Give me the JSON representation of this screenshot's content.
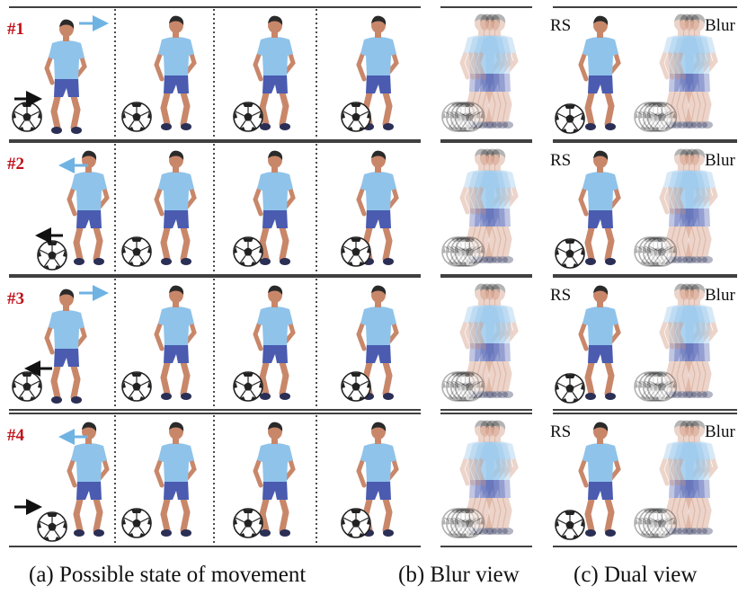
{
  "rows": [
    {
      "label": "#1",
      "arrow_boy": "right",
      "arrow_ball": "right",
      "boy_pos": [
        "low",
        "high",
        "high",
        "high"
      ]
    },
    {
      "label": "#2",
      "arrow_boy": "left",
      "arrow_ball": "left",
      "boy_pos": [
        "high",
        "high",
        "high",
        "high"
      ]
    },
    {
      "label": "#3",
      "arrow_boy": "right",
      "arrow_ball": "left",
      "boy_pos": [
        "low",
        "high",
        "high",
        "high"
      ]
    },
    {
      "label": "#4",
      "arrow_boy": "left",
      "arrow_ball": "right",
      "boy_pos": [
        "high",
        "high",
        "high",
        "high"
      ]
    }
  ],
  "dual_labels": {
    "rs": "RS",
    "blur": "Blur"
  },
  "captions": {
    "a": "(a) Possible state of movement",
    "b": "(b) Blur view",
    "c": "(c) Dual view"
  },
  "colors": {
    "row_label": "#c0101a",
    "arrow_boy": "#6fb3e3",
    "arrow_ball": "#111111",
    "shirt": "#8fc3ea",
    "shorts": "#4a5bb0",
    "skin": "#c9876a",
    "hair": "#2a2a2a",
    "shoes": "#2b2f55"
  },
  "icons": {
    "player": "soccer-player-icon",
    "ball": "soccer-ball-icon"
  }
}
